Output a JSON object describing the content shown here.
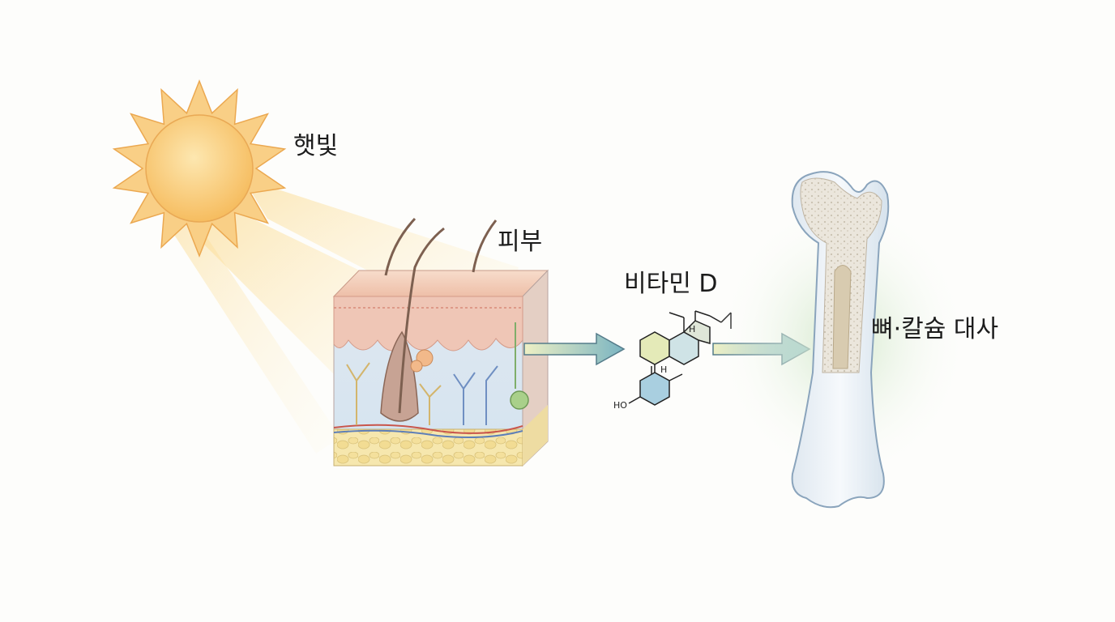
{
  "labels": {
    "sunlight": "햇빛",
    "skin": "피부",
    "vitamin_d": "비타민 D",
    "bone_calcium": "뼈·칼슘 대사"
  },
  "molecule": {
    "atom_h1": "H",
    "atom_h2": "H",
    "atom_ho": "HO"
  },
  "colors": {
    "sun": "#f8c26a",
    "sun_rays": "#fde4a8",
    "skin_top": "#f2c6b0",
    "dermis": "#dbe7f2",
    "fat": "#f4e3a6",
    "arrow_start": "#e8ecc0",
    "arrow_end": "#79b6c4",
    "bone_glow": "#d9ecd2",
    "bone": "#e8eef4"
  }
}
